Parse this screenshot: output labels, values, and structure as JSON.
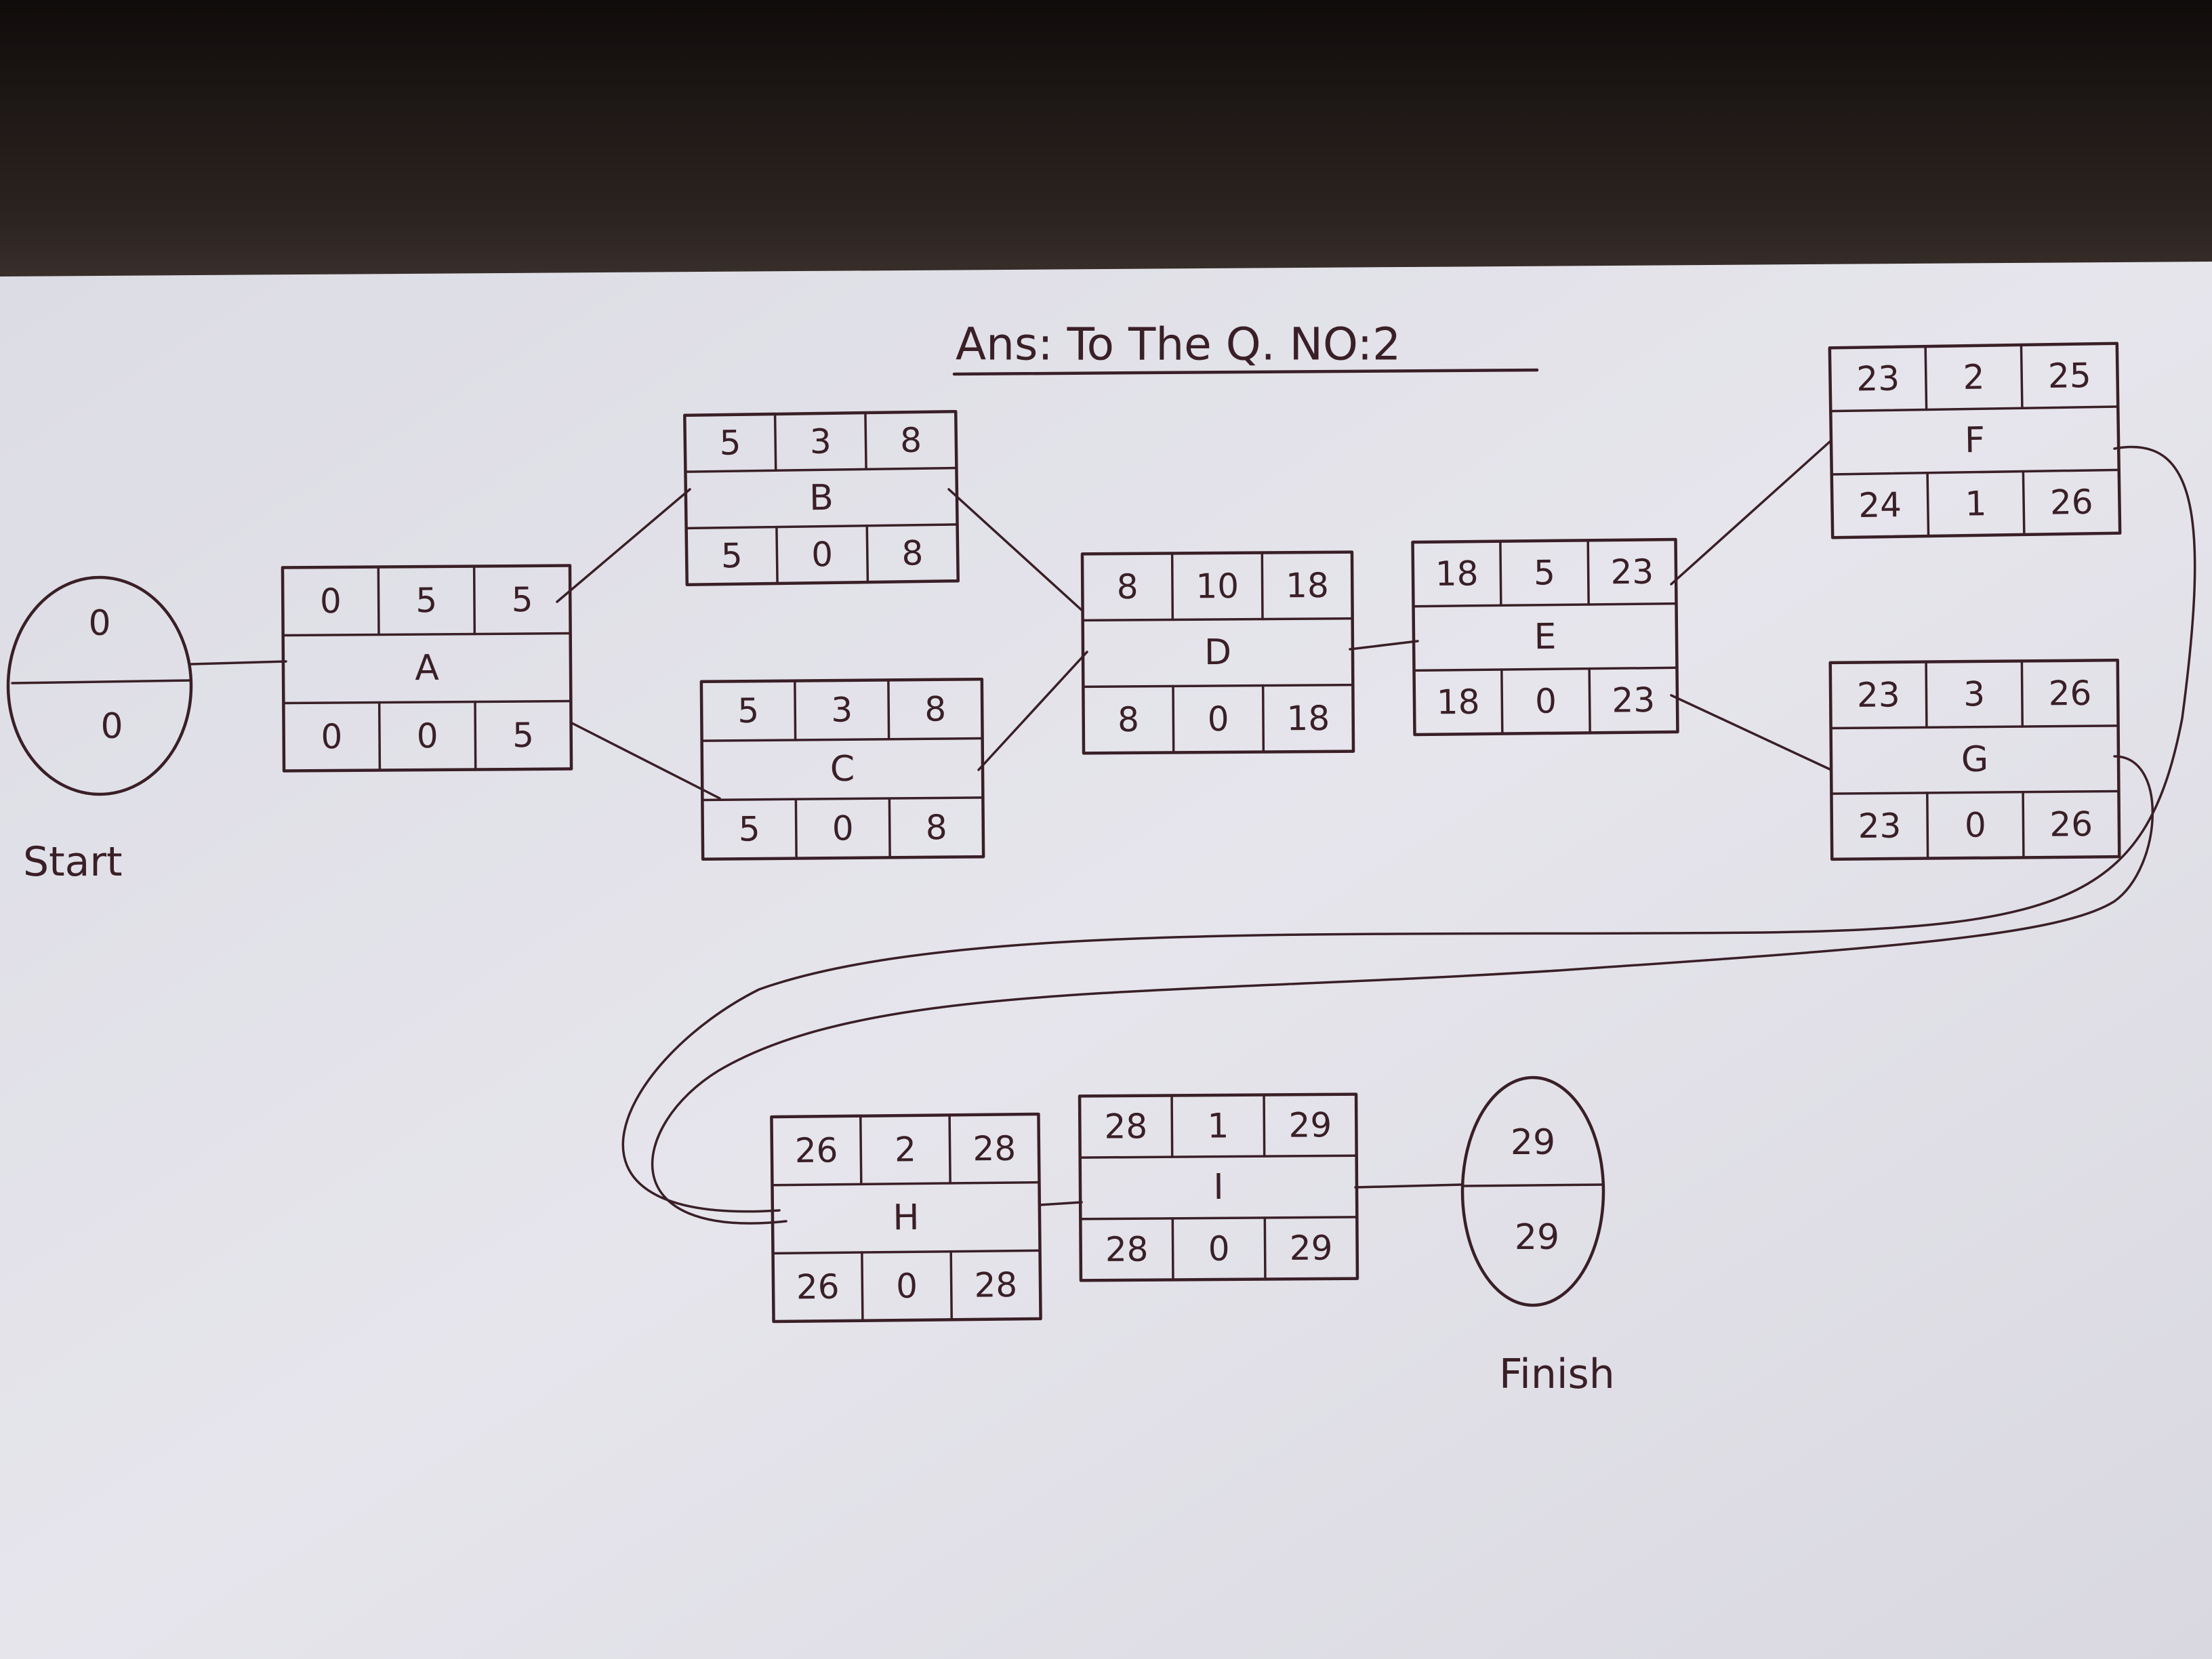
{
  "title": "Ans: To The Q. NO:2",
  "start": {
    "label": "Start",
    "top": "0",
    "bottom": "0"
  },
  "finish": {
    "label": "Finish",
    "top": "29",
    "bottom": "29"
  },
  "tasks": [
    {
      "id": "A",
      "name": "A",
      "es": "0",
      "dur": "5",
      "ef": "5",
      "ls": "0",
      "slack": "0",
      "lf": "5"
    },
    {
      "id": "B",
      "name": "B",
      "es": "5",
      "dur": "3",
      "ef": "8",
      "ls": "5",
      "slack": "0",
      "lf": "8"
    },
    {
      "id": "C",
      "name": "C",
      "es": "5",
      "dur": "3",
      "ef": "8",
      "ls": "5",
      "slack": "0",
      "lf": "8"
    },
    {
      "id": "D",
      "name": "D",
      "es": "8",
      "dur": "10",
      "ef": "18",
      "ls": "8",
      "slack": "0",
      "lf": "18"
    },
    {
      "id": "E",
      "name": "E",
      "es": "18",
      "dur": "5",
      "ef": "23",
      "ls": "18",
      "slack": "0",
      "lf": "23"
    },
    {
      "id": "F",
      "name": "F",
      "es": "23",
      "dur": "2",
      "ef": "25",
      "ls": "24",
      "slack": "1",
      "lf": "26"
    },
    {
      "id": "G",
      "name": "G",
      "es": "23",
      "dur": "3",
      "ef": "26",
      "ls": "23",
      "slack": "0",
      "lf": "26"
    },
    {
      "id": "H",
      "name": "H",
      "es": "26",
      "dur": "2",
      "ef": "28",
      "ls": "26",
      "slack": "0",
      "lf": "28"
    },
    {
      "id": "I",
      "name": "I",
      "es": "28",
      "dur": "1",
      "ef": "29",
      "ls": "28",
      "slack": "0",
      "lf": "29"
    }
  ],
  "colors": {
    "ink": "#3a1f26",
    "paper": "#e4e3ea",
    "background": "#1c1715"
  }
}
